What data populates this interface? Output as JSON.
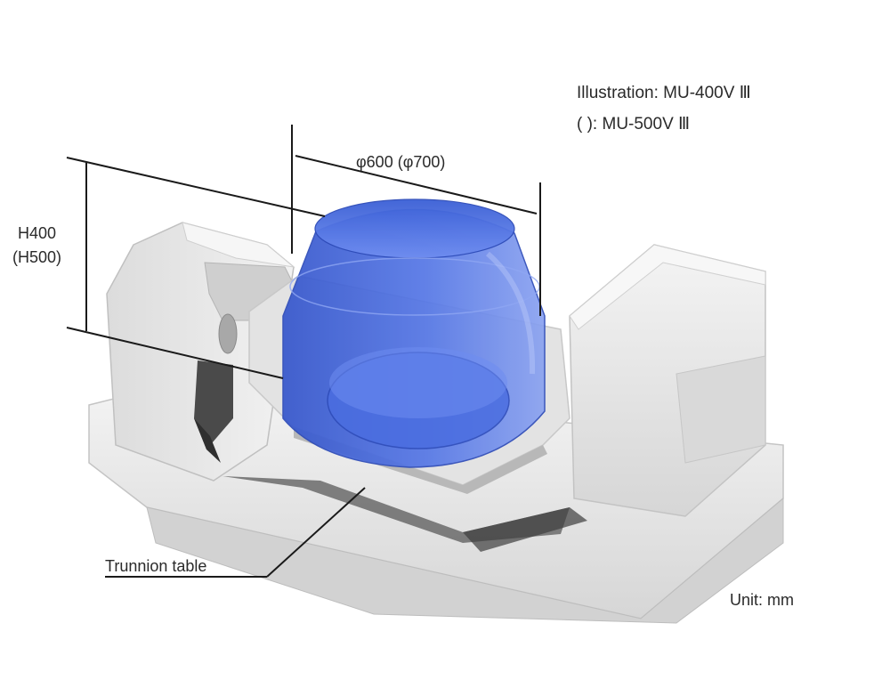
{
  "caption": {
    "line1": "Illustration: MU-400V Ⅲ",
    "line2": "(    ): MU-500V Ⅲ"
  },
  "dimensions": {
    "diameter": "φ600 (φ700)",
    "height_line1": "H400",
    "height_line2": "(H500)"
  },
  "callout": {
    "label": "Trunnion table"
  },
  "unit": {
    "label": "Unit: mm"
  },
  "colors": {
    "workpiece": "#3f63d8",
    "machine_body": "#e8e8e8",
    "dimension_line": "#1a1a1a"
  }
}
